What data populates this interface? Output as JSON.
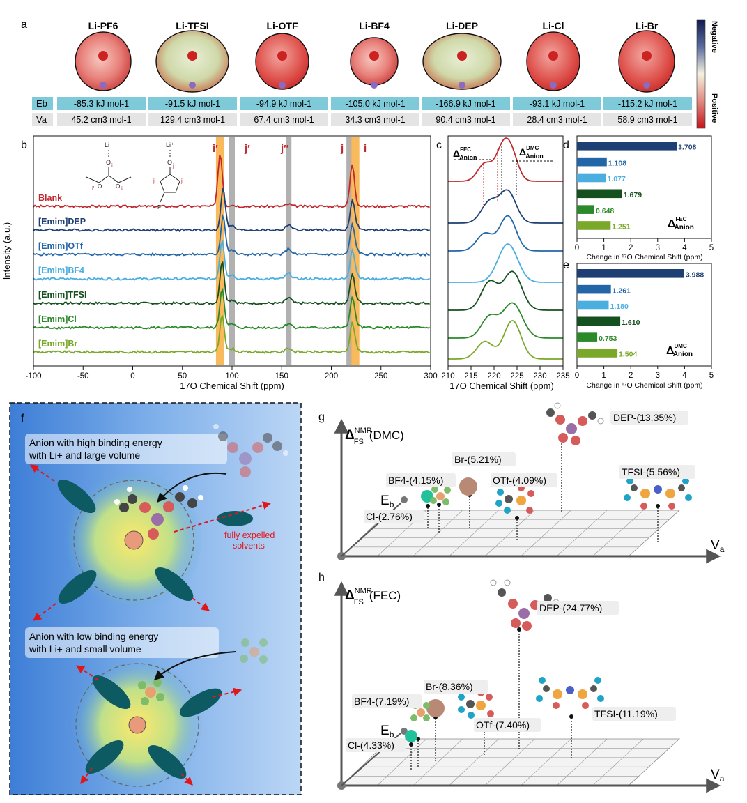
{
  "panel_labels": {
    "a": "a",
    "b": "b",
    "c": "c",
    "d": "d",
    "e": "e",
    "f": "f",
    "g": "g",
    "h": "h"
  },
  "panel_a": {
    "molecules": [
      "Li-PF6",
      "Li-TFSI",
      "Li-OTF",
      "Li-BF4",
      "Li-DEP",
      "Li-Cl",
      "Li-Br"
    ],
    "row_labels": {
      "eb": "Eb",
      "va": "Va"
    },
    "eb": [
      "-85.3 kJ mol-1",
      "-91.5 kJ mol-1",
      "-94.9 kJ mol-1",
      "-105.0 kJ mol-1",
      "-166.9 kJ mol-1",
      "-93.1 kJ mol-1",
      "-115.2 kJ mol-1"
    ],
    "va": [
      "45.2 cm3 mol-1",
      "129.4 cm3 mol-1",
      "67.4 cm3 mol-1",
      "34.3 cm3 mol-1",
      "90.4 cm3 mol-1",
      "28.4 cm3 mol-1",
      "58.9 cm3 mol-1"
    ],
    "colorbar": {
      "top": "Negative",
      "bottom": "Positive"
    }
  },
  "chart_data": [
    {
      "type": "line",
      "title": "",
      "xlabel": "17O Chemical Shift (ppm)",
      "ylabel": "Intensity (a.u.)",
      "xlim": [
        -100,
        300
      ],
      "xticks": [
        -100,
        -50,
        0,
        50,
        100,
        150,
        200,
        250,
        300
      ],
      "series": [
        {
          "name": "Blank",
          "color": "#c0282d"
        },
        {
          "name": "[Emim]DEP",
          "color": "#1d3f73"
        },
        {
          "name": "[Emim]OTf",
          "color": "#2266a8"
        },
        {
          "name": "[Emim]BF4",
          "color": "#4aaee0"
        },
        {
          "name": "[Emim]TFSI",
          "color": "#15501f"
        },
        {
          "name": "[Emim]Cl",
          "color": "#2a8a2a"
        },
        {
          "name": "[Emim]Br",
          "color": "#7aa828"
        }
      ],
      "peaks": [
        {
          "label": "i′",
          "x": 88,
          "color": "#c0282d",
          "band": "#f7b24a"
        },
        {
          "label": "j′",
          "x": 100,
          "color": "#c0282d",
          "band": "#a8a8a8"
        },
        {
          "label": "j″",
          "x": 157,
          "color": "#c0282d",
          "band": "#a8a8a8"
        },
        {
          "label": "j",
          "x": 218,
          "color": "#c0282d",
          "band": "#a8a8a8"
        },
        {
          "label": "i",
          "x": 224,
          "color": "#c0282d",
          "band": "#f7b24a"
        }
      ]
    },
    {
      "type": "line",
      "xlabel": "17O Chemical Shift (ppm)",
      "xlim": [
        210,
        235
      ],
      "xticks": [
        210,
        215,
        220,
        225,
        230,
        235
      ],
      "annotations": [
        "ΔFEC Anion",
        "ΔDMC Anion"
      ]
    },
    {
      "type": "bar",
      "orientation": "horizontal",
      "xlabel": "Change in 17O Chemical Shift (ppm)",
      "xlim": [
        0,
        5
      ],
      "xticks": [
        0,
        1,
        2,
        3,
        4,
        5
      ],
      "values": [
        3.708,
        1.108,
        1.077,
        1.679,
        0.648,
        1.251
      ],
      "value_labels": [
        "3.708",
        "1.108",
        "1.077",
        "1.679",
        "0.648",
        "1.251"
      ],
      "colors": [
        "#1d3f73",
        "#2266a8",
        "#4aaee0",
        "#15501f",
        "#2a8a2a",
        "#7aa828"
      ],
      "legend": "ΔFEC Anion"
    },
    {
      "type": "bar",
      "orientation": "horizontal",
      "xlabel": "Change in 17O Chemical Shift (ppm)",
      "xlim": [
        0,
        5
      ],
      "xticks": [
        0,
        1,
        2,
        3,
        4,
        5
      ],
      "values": [
        3.988,
        1.261,
        1.18,
        1.61,
        0.753,
        1.504
      ],
      "value_labels": [
        "3.988",
        "1.261",
        "1.180",
        "1.610",
        "0.753",
        "1.504"
      ],
      "colors": [
        "#1d3f73",
        "#2266a8",
        "#4aaee0",
        "#15501f",
        "#2a8a2a",
        "#7aa828"
      ],
      "legend": "ΔDMC Anion"
    }
  ],
  "panel_f": {
    "top_text": [
      "Anion with high binding energy",
      "with Li+ and large volume"
    ],
    "side_text": [
      "fully expelled",
      "solvents"
    ],
    "bottom_text": [
      "Anion with low binding energy",
      "with Li+ and small volume"
    ]
  },
  "panel_g": {
    "axis_title": "ΔFS(DMC)",
    "eb_label": "Eb",
    "va_label": "Va",
    "labels": [
      "DEP-(13.35%)",
      "Br-(5.21%)",
      "BF4-(4.15%)",
      "OTf-(4.09%)",
      "TFSI-(5.56%)",
      "Cl-(2.76%)"
    ]
  },
  "panel_h": {
    "axis_title": "ΔFS(FEC)",
    "eb_label": "Eb",
    "va_label": "Va",
    "labels": [
      "DEP-(24.77%)",
      "Br-(8.36%)",
      "BF4-(7.19%)",
      "OTf-(7.40%)",
      "TFSI-(11.19%)",
      "Cl-(4.33%)"
    ]
  }
}
